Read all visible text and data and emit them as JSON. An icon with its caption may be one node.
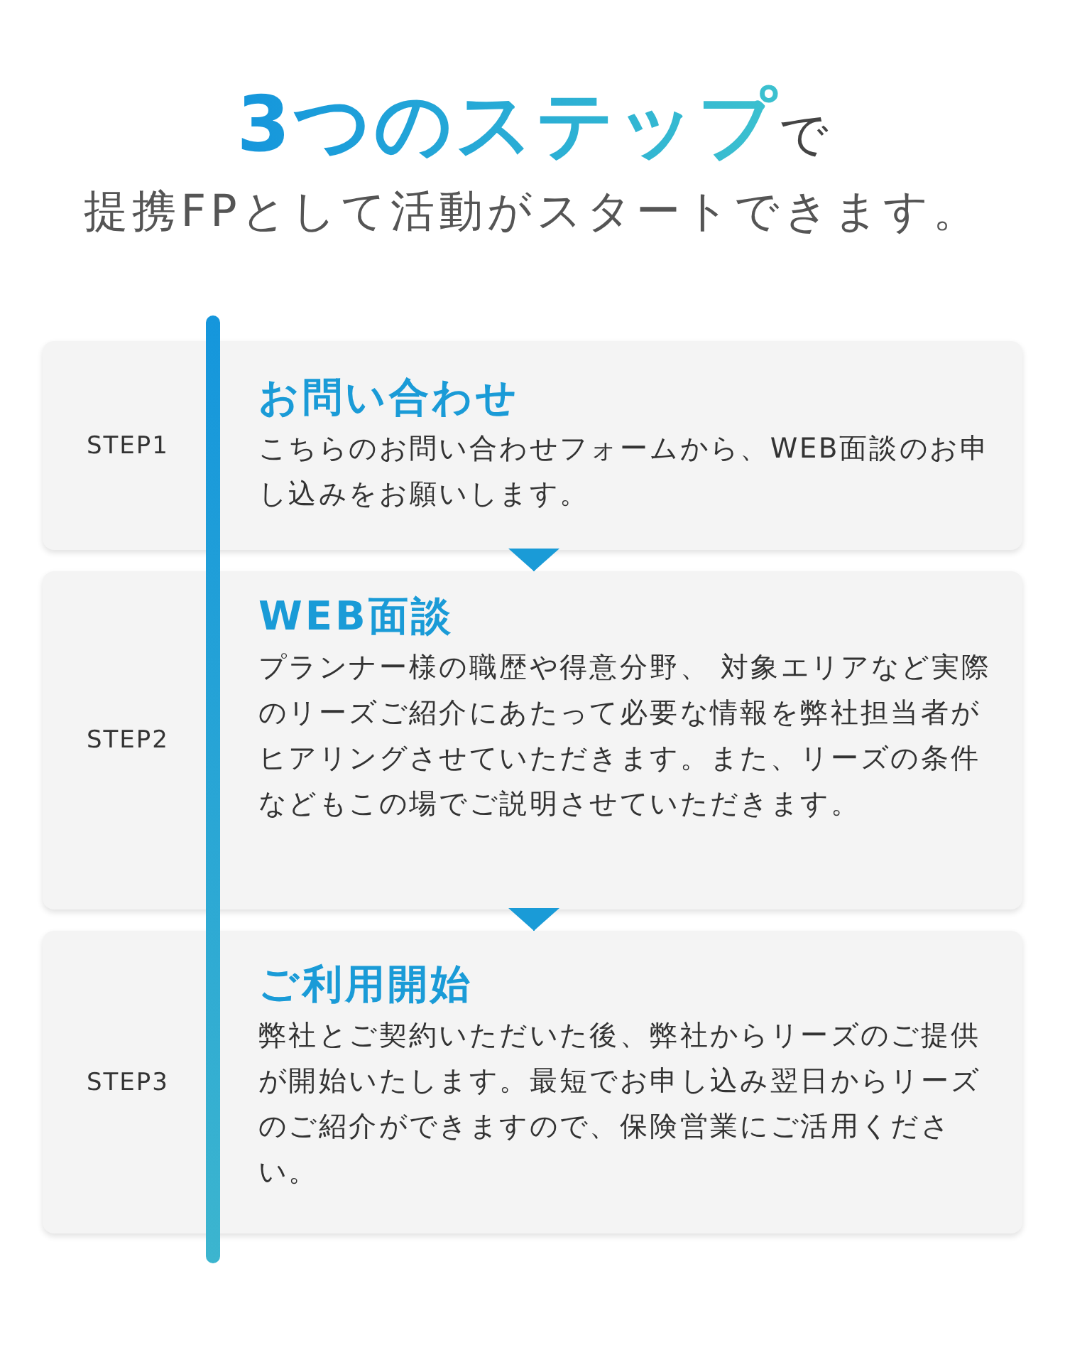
{
  "diagram": {
    "title": "**3つのステップ**で",
    "nodes": [
      {
        "text": [
          "STEP1",
          "お問い合わせ",
          "こちらのお問い合わせフォームから、WEB面談のお申し込みをお願いします。"
        ]
      },
      {
        "text": [
          "STEP2",
          "WEB面談",
          "プランナー様の職歴や得意分野、 対象エリアなど実際のリーズご紹介にあたって必要な情報を弊社担当者がヒアリングさせていただきます。また、リーズの条件などもこの場でご説明させていただきます。"
        ]
      },
      {
        "text": [
          "STEP3",
          "ご利用開始",
          "弊社とご契約いただいた後、弊社からリーズのご提供が開始いたします。最短でお申し込み翌日からリーズのご紹介ができますので、保険営業にご活用ください。"
        ]
      }
    ],
    "edges": [
      {
        "from": 0,
        "to": 1,
        "arrow": "to"
      },
      {
        "from": 1,
        "to": 2,
        "arrow": "to"
      }
    ],
    "labels": [
      "提携FPとして活動がスタートできます。"
    ]
  }
}
